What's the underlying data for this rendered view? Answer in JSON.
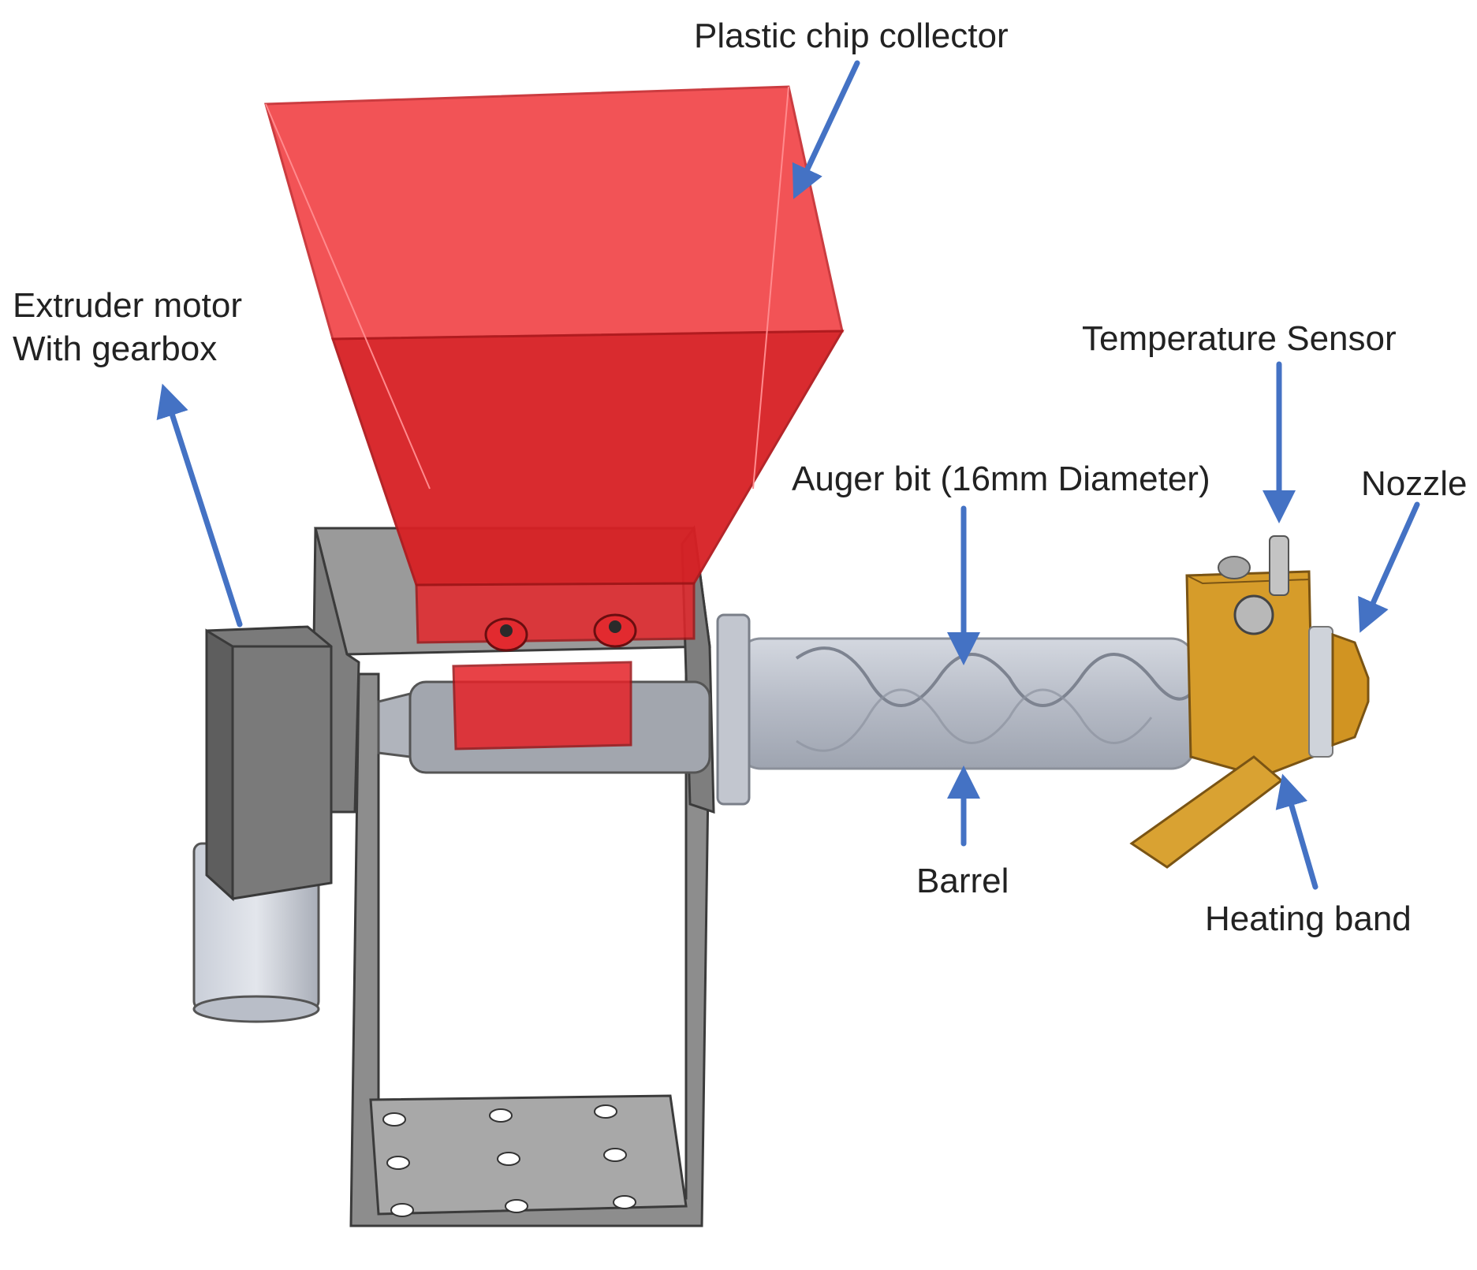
{
  "labels": {
    "collector": "Plastic chip collector",
    "motor": "Extruder motor\nWith gearbox",
    "sensor": "Temperature Sensor",
    "auger": "Auger bit (16mm Diameter)",
    "nozzle": "Nozzle",
    "barrel": "Barrel",
    "heating": "Heating band"
  },
  "colors": {
    "arrow": "#4472c4",
    "hopper": "#e8262a",
    "frame": "#8c8c8c",
    "barrel": "#b9bec8",
    "heater": "#d9a02c"
  }
}
